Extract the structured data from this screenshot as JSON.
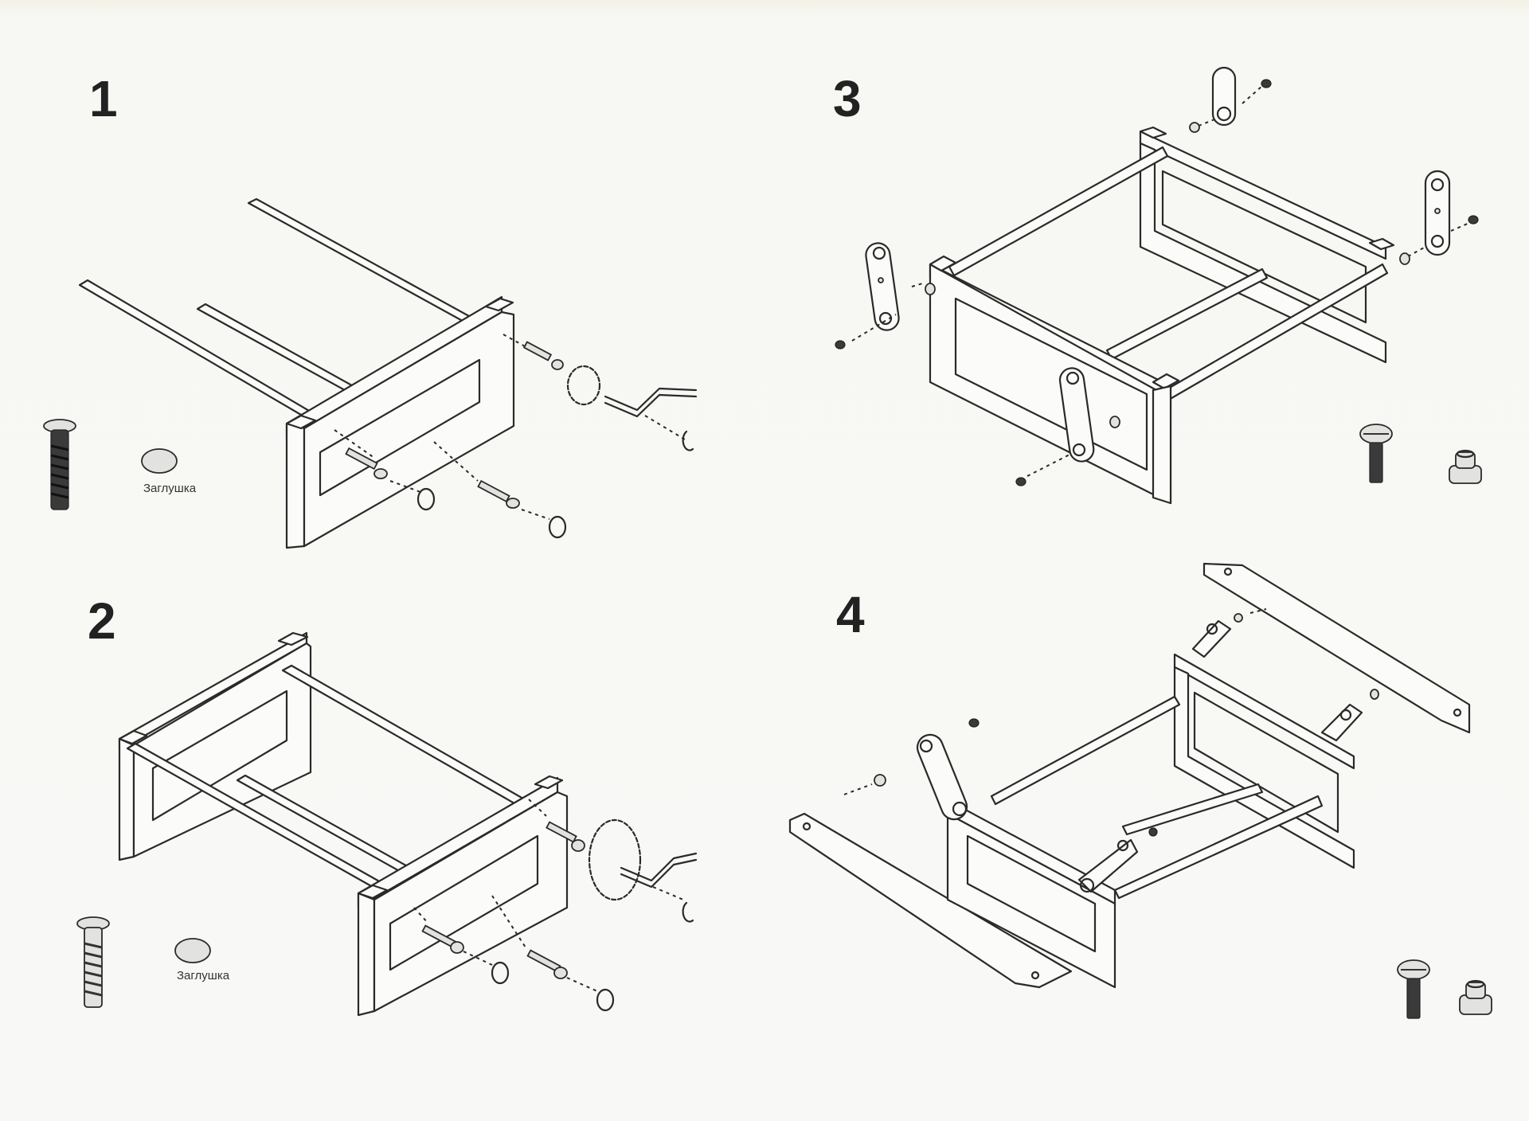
{
  "steps": [
    {
      "number": "1",
      "part_label": "Заглушка"
    },
    {
      "number": "2",
      "part_label": "Заглушка"
    },
    {
      "number": "3"
    },
    {
      "number": "4"
    }
  ],
  "icons": [
    "confirmat-screw-icon",
    "cap-plug-icon",
    "allen-key-icon",
    "bolt-icon",
    "barrel-nut-icon"
  ]
}
